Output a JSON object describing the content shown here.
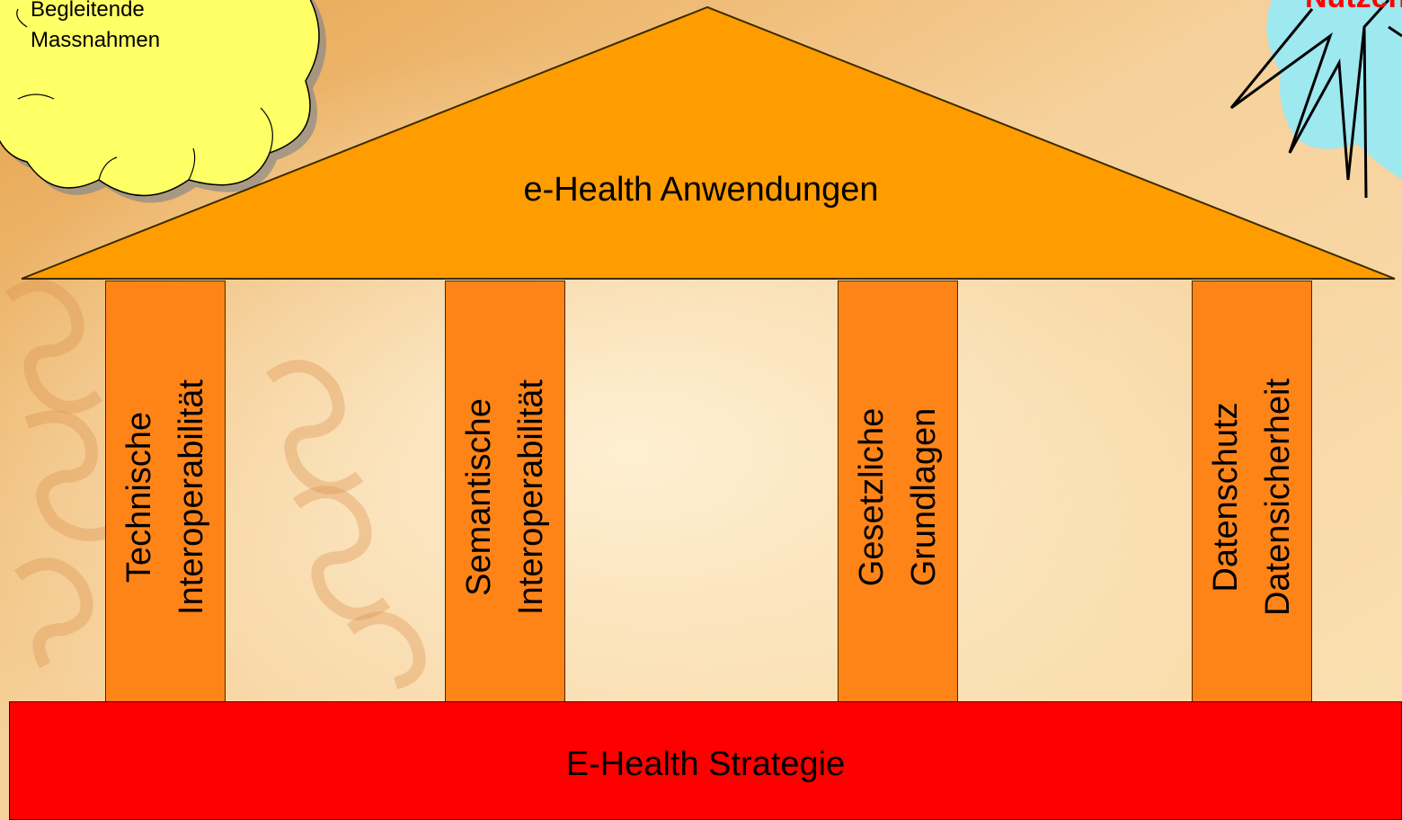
{
  "roof": {
    "label": "e-Health Anwendungen"
  },
  "base": {
    "label": "E-Health Strategie"
  },
  "pillars": [
    {
      "line1": "Technische",
      "line2": "Interoperabilität"
    },
    {
      "line1": "Semantische",
      "line2": "Interoperabilität"
    },
    {
      "line1": "Gesetzliche",
      "line2": "Grundlagen"
    },
    {
      "line1": "Datenschutz",
      "line2": "Datensicherheit"
    }
  ],
  "cloud": {
    "line1": "Begleitende",
    "line2": "Massnahmen"
  },
  "burst": {
    "text": "Nutzen"
  },
  "colors": {
    "roof": "#ff9c00",
    "pillar": "#ff8418",
    "base": "#ff0000",
    "cloud": "#ffff66",
    "burst": "#9ee8f0",
    "burst_text": "#ff0000"
  }
}
